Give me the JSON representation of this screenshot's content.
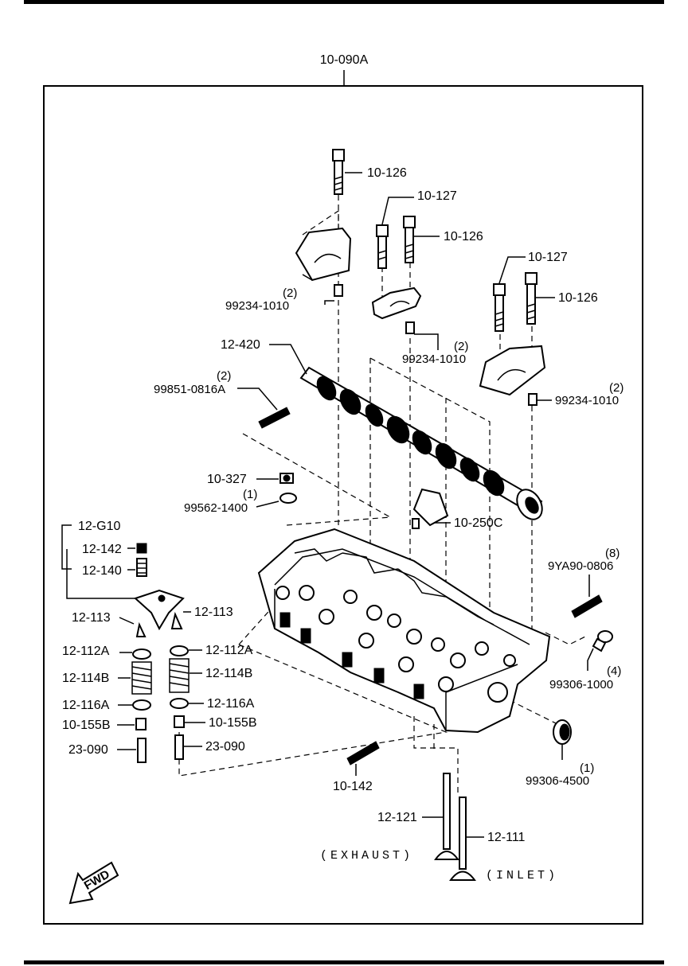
{
  "assembly": "10-090A",
  "parts": {
    "p10_126_a": "10-126",
    "p10_127_a": "10-127",
    "p10_126_b": "10-126",
    "p10_127_b": "10-127",
    "p10_126_c": "10-126",
    "p99234_a_qty": "(2)",
    "p99234_a": "99234-1010",
    "p99234_b_qty": "(2)",
    "p99234_b": "99234-1010",
    "p99234_c_qty": "(2)",
    "p99234_c": "99234-1010",
    "p12_420": "12-420",
    "p99851_qty": "(2)",
    "p99851": "99851-0816A",
    "p10_327": "10-327",
    "p99562_qty": "(1)",
    "p99562": "99562-1400",
    "p10_250c": "10-250C",
    "p12_g10": "12-G10",
    "p12_142": "12-142",
    "p12_140": "12-140",
    "p12_113_l": "12-113",
    "p12_113_r": "12-113",
    "p12_112a_l": "12-112A",
    "p12_112a_r": "12-112A",
    "p12_114b_l": "12-114B",
    "p12_114b_r": "12-114B",
    "p12_116a_l": "12-116A",
    "p12_116a_r": "12-116A",
    "p10_155b_l": "10-155B",
    "p10_155b_r": "10-155B",
    "p23_090_l": "23-090",
    "p23_090_r": "23-090",
    "p9ya90_qty": "(8)",
    "p9ya90": "9YA90-0806",
    "p99306_1000_qty": "(4)",
    "p99306_1000": "99306-1000",
    "p99306_4500_qty": "(1)",
    "p99306_4500": "99306-4500",
    "p10_142": "10-142",
    "p12_121": "12-121",
    "p12_111": "12-111",
    "exhaust": "(EXHAUST)",
    "inlet": "(INLET)",
    "fwd": "FWD"
  }
}
